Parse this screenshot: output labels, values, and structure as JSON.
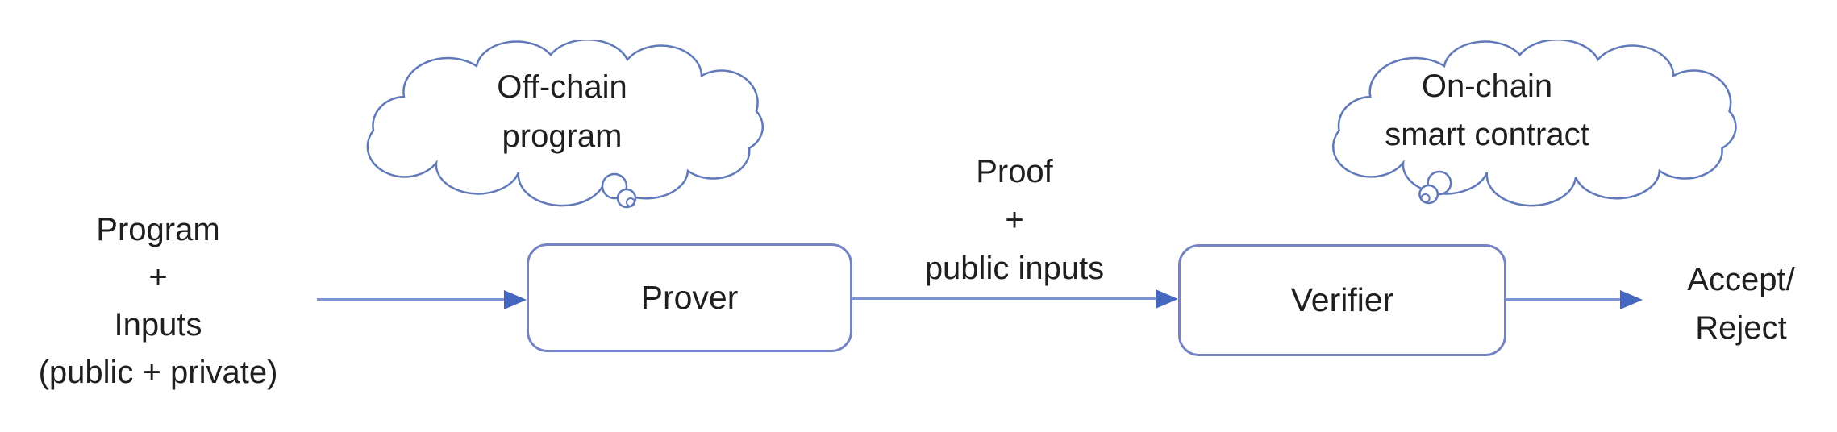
{
  "diagram": {
    "clouds": [
      {
        "id": "offchain",
        "lines": [
          "Off-chain",
          "program"
        ]
      },
      {
        "id": "onchain",
        "lines": [
          "On-chain",
          "smart contract"
        ]
      }
    ],
    "nodes": [
      {
        "id": "prover",
        "label": "Prover"
      },
      {
        "id": "verifier",
        "label": "Verifier"
      }
    ],
    "labels": {
      "input": {
        "lines": [
          "Program",
          "+",
          "Inputs",
          "(public + private)"
        ]
      },
      "proof": {
        "lines": [
          "Proof",
          "+",
          "public inputs"
        ]
      },
      "output": {
        "lines": [
          "Accept/",
          "Reject"
        ]
      }
    }
  },
  "colors": {
    "cloud-stroke": "#6079b9",
    "box-border": "#7583c5",
    "arrow-line": "#7d93d8",
    "arrow-head": "#4667be",
    "text": "#1f1f1f",
    "bg": "#ffffff"
  }
}
